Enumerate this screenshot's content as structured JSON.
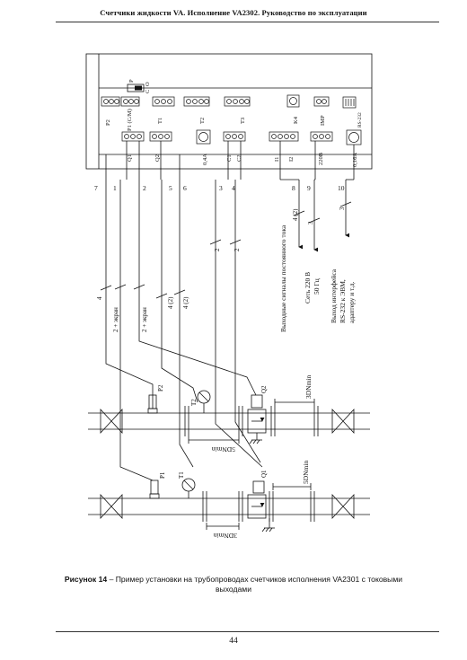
{
  "header": {
    "running_title": "Счетчики жидкости VA. Исполнение VA2302. Руководство по эксплуатации"
  },
  "figure": {
    "unit": {
      "p_label": "P",
      "o_label": "O",
      "c_label": "C"
    },
    "top_terminals": [
      {
        "id": "P2",
        "label": "P2"
      },
      {
        "id": "P1",
        "label": "P1 (C/M)"
      },
      {
        "id": "T1",
        "label": "T1"
      },
      {
        "id": "T2",
        "label": "T2"
      },
      {
        "id": "T3",
        "label": "T3"
      },
      {
        "id": "K4",
        "label": "K4"
      },
      {
        "id": "IMP",
        "label": "IMP"
      },
      {
        "id": "RS232",
        "label": "RS-232"
      }
    ],
    "bottom_terminals": [
      {
        "id": "Q1",
        "label": "Q1"
      },
      {
        "id": "Q2",
        "label": "Q2"
      },
      {
        "id": "fuse1",
        "label": "0,4A"
      },
      {
        "id": "C1",
        "label": "C1"
      },
      {
        "id": "C2",
        "label": "C2"
      },
      {
        "id": "I1",
        "label": "I1"
      },
      {
        "id": "I2",
        "label": "I2"
      },
      {
        "id": "mains",
        "label": "220В"
      },
      {
        "id": "fuse2",
        "label": "0,16A"
      }
    ],
    "line_numbers": [
      "7",
      "1",
      "2",
      "5",
      "6",
      "3",
      "4",
      "8",
      "9",
      "10"
    ],
    "cable_marks": {
      "m1": "4",
      "m2": "2 + экран",
      "m3": "2 + экран",
      "m4": "4 (2)",
      "m5": "4 (2)",
      "m6": "2",
      "m7": "2",
      "m8": "4 (2)",
      "m9": "3",
      "m10": "3"
    },
    "outputs": {
      "analog": "Выходные сигналы постоянного тока",
      "mains_1": "Сеть 220 В",
      "mains_2": "50 Гц",
      "iface_1": "Выход интерфейса",
      "iface_2": "RS-232 к ЭВМ,",
      "iface_3": "адаптеру и т.д."
    },
    "pipeline": {
      "p2": "P2",
      "p1": "P1",
      "t2": "T2",
      "t1": "T1",
      "q2": "Q2",
      "q1": "Q1",
      "dist_upper_right": "3DNmin",
      "dist_upper_left": "5DNmin",
      "dist_lower_right": "5DNmin",
      "dist_lower_left": "3DNmin"
    }
  },
  "caption": {
    "label": "Рисунок 14",
    "text": " – Пример установки на трубопроводах счетчиков исполнения VA2301 с токовыми выходами"
  },
  "footer": {
    "page_number": "44"
  }
}
